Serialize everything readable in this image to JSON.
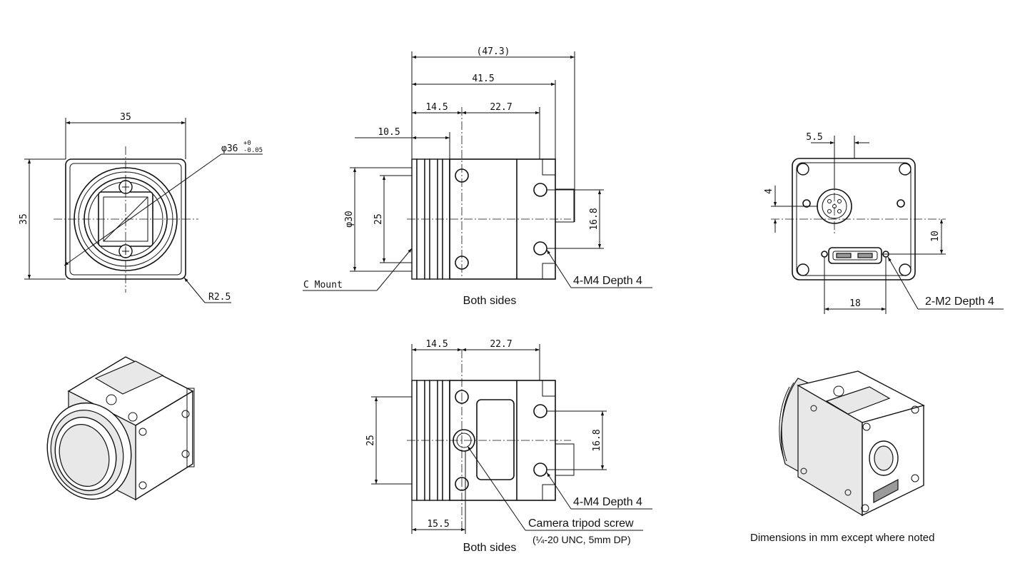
{
  "front_view": {
    "width_dim": "35",
    "height_dim": "35",
    "diameter_dim": "φ36",
    "diameter_tol_plus": "+0",
    "diameter_tol_minus": "-0.05",
    "radius_dim": "R2.5"
  },
  "side_view": {
    "overall_dim": "(47.3)",
    "length_dim": "41.5",
    "front_dim": "14.5",
    "body_dim": "22.7",
    "mount_dim": "10.5",
    "diameter_dim": "φ30",
    "height_dim": "25",
    "hole_spacing_dim": "16.8",
    "mount_label": "C Mount",
    "holes_label": "4-M4 Depth 4",
    "caption": "Both sides"
  },
  "rear_view": {
    "offset_dim": "5.5",
    "vertical_dim": "4",
    "height_dim": "10",
    "width_dim": "18",
    "holes_label": "2-M2 Depth 4"
  },
  "bottom_view": {
    "front_dim": "14.5",
    "body_dim": "22.7",
    "height_dim": "25",
    "hole_spacing_dim": "16.8",
    "tripod_dim": "15.5",
    "holes_label": "4-M4 Depth 4",
    "tripod_label": "Camera tripod screw",
    "tripod_spec": "(¼-20 UNC, 5mm DP)",
    "caption": "Both sides"
  },
  "note": "Dimensions in mm except where noted"
}
